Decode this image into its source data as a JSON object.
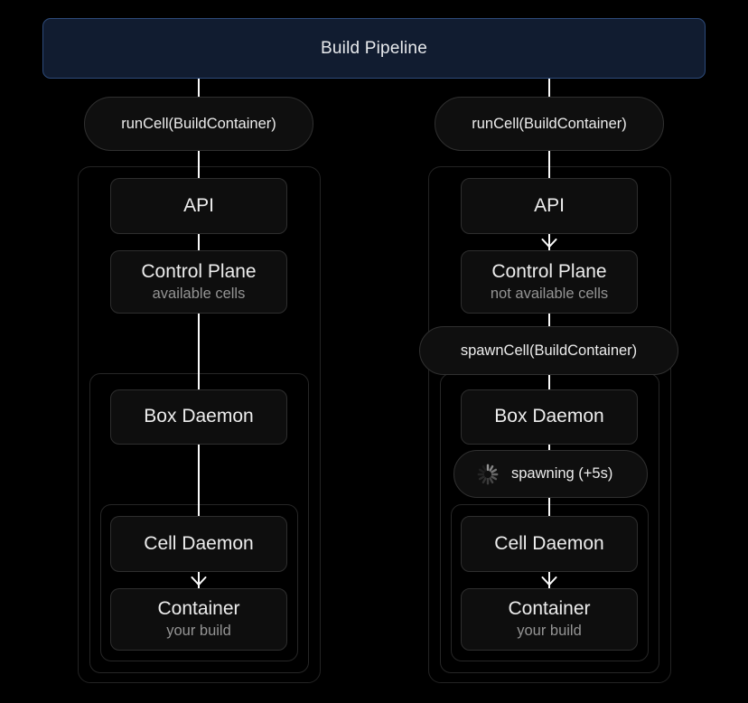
{
  "header": {
    "title": "Build Pipeline"
  },
  "columns": [
    {
      "call_pill": "runCell(BuildContainer)",
      "api": "API",
      "control_plane_title": "Control Plane",
      "control_plane_subtitle": "available cells",
      "box_daemon": "Box Daemon",
      "cell_daemon": "Cell Daemon",
      "container_title": "Container",
      "container_subtitle": "your build"
    },
    {
      "call_pill": "runCell(BuildContainer)",
      "api": "API",
      "control_plane_title": "Control Plane",
      "control_plane_subtitle": "not available cells",
      "spawn_pill": "spawnCell(BuildContainer)",
      "box_daemon": "Box Daemon",
      "spawning_label": "spawning (+5s)",
      "cell_daemon": "Cell Daemon",
      "container_title": "Container",
      "container_subtitle": "your build"
    }
  ],
  "colors": {
    "background": "#000000",
    "header_fill": "#111c30",
    "header_border": "#2d4a7a",
    "node_fill": "#0e0e0e",
    "node_border": "#2e2e2e",
    "group_border": "#232323",
    "connector_line": "#fafafa",
    "title_text": "#ededed",
    "subtitle_text": "#949494"
  }
}
